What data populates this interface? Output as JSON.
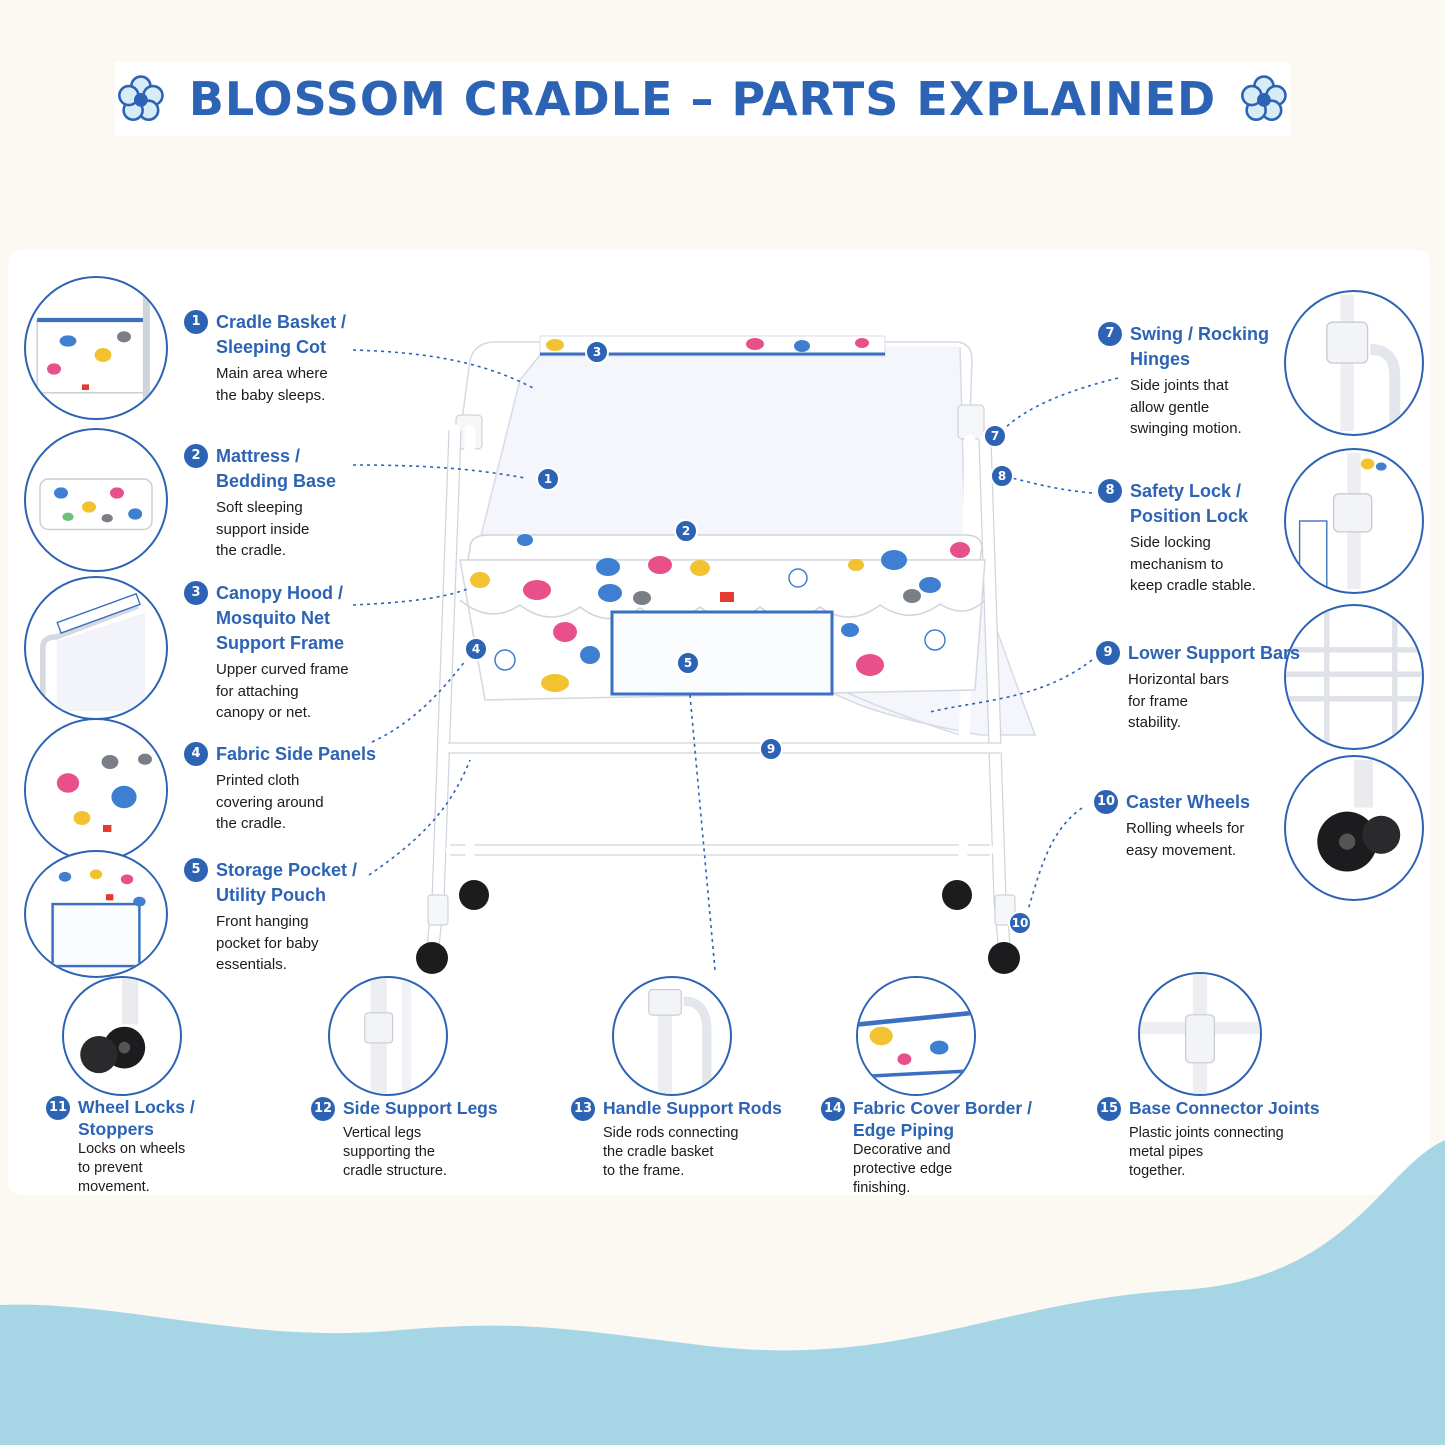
{
  "title": "BLOSSOM CRADLE – PARTS EXPLAINED",
  "colors": {
    "accent": "#2d63b5",
    "wave": "#a6d6e6",
    "background": "#fcf9f3"
  },
  "icons": [
    "flower-icon"
  ],
  "parts": [
    {
      "number": "1",
      "title": "Cradle Basket / Sleeping Cot",
      "title_lines": [
        "Cradle Basket /",
        "Sleeping Cot"
      ],
      "desc_lines": [
        "Main area where",
        "the baby sleeps."
      ]
    },
    {
      "number": "2",
      "title": "Mattress / Bedding Base",
      "title_lines": [
        "Mattress /",
        "Bedding Base"
      ],
      "desc_lines": [
        "Soft sleeping",
        "support inside",
        "the cradle."
      ]
    },
    {
      "number": "3",
      "title": "Canopy Hood / Mosquito Net Support Frame",
      "title_lines": [
        "Canopy Hood /",
        "Mosquito Net",
        "Support Frame"
      ],
      "desc_lines": [
        "Upper curved frame",
        "for attaching",
        "canopy or net."
      ]
    },
    {
      "number": "4",
      "title": "Fabric Side Panels",
      "title_lines": [
        "Fabric Side Panels"
      ],
      "desc_lines": [
        "Printed cloth",
        "covering around",
        "the cradle."
      ]
    },
    {
      "number": "5",
      "title": "Storage Pocket / Utility Pouch",
      "title_lines": [
        "Storage Pocket /",
        "Utility Pouch"
      ],
      "desc_lines": [
        "Front hanging",
        "pocket for baby",
        "essentials."
      ]
    },
    {
      "number": "7",
      "title": "Swing / Rocking Hinges",
      "title_lines": [
        "Swing / Rocking",
        "Hinges"
      ],
      "desc_lines": [
        "Side joints that",
        "allow gentle",
        "swinging motion."
      ]
    },
    {
      "number": "8",
      "title": "Safety Lock / Position Lock",
      "title_lines": [
        "Safety Lock /",
        "Position Lock"
      ],
      "desc_lines": [
        "Side locking",
        "mechanism to",
        "keep cradle stable."
      ]
    },
    {
      "number": "9",
      "title": "Lower Support Bars",
      "title_lines": [
        "Lower Support Bars"
      ],
      "desc_lines": [
        "Horizontal bars",
        "for frame",
        "stability."
      ]
    },
    {
      "number": "10",
      "title": "Caster Wheels",
      "title_lines": [
        "Caster Wheels"
      ],
      "desc_lines": [
        "Rolling wheels for",
        "easy movement."
      ]
    },
    {
      "number": "11",
      "title": "Wheel Locks / Stoppers",
      "title_lines": [
        "Wheel Locks /",
        "Stoppers"
      ],
      "desc_lines": [
        "Locks on wheels",
        "to prevent",
        "movement."
      ]
    },
    {
      "number": "12",
      "title": "Side Support Legs",
      "title_lines": [
        "Side Support Legs"
      ],
      "desc_lines": [
        "Vertical legs",
        "supporting the",
        "cradle structure."
      ]
    },
    {
      "number": "13",
      "title": "Handle Support Rods",
      "title_lines": [
        "Handle Support Rods"
      ],
      "desc_lines": [
        "Side rods connecting",
        "the cradle basket",
        "to the frame."
      ]
    },
    {
      "number": "14",
      "title": "Fabric Cover Border / Edge Piping",
      "title_lines": [
        "Fabric Cover Border /",
        "Edge Piping"
      ],
      "desc_lines": [
        "Decorative and",
        "protective edge",
        "finishing."
      ]
    },
    {
      "number": "15",
      "title": "Base Connector Joints",
      "title_lines": [
        "Base Connector Joints"
      ],
      "desc_lines": [
        "Plastic joints connecting",
        "metal pipes",
        "together."
      ]
    }
  ],
  "markers": [
    "3",
    "7",
    "8",
    "1",
    "2",
    "4",
    "5",
    "9",
    "10"
  ]
}
